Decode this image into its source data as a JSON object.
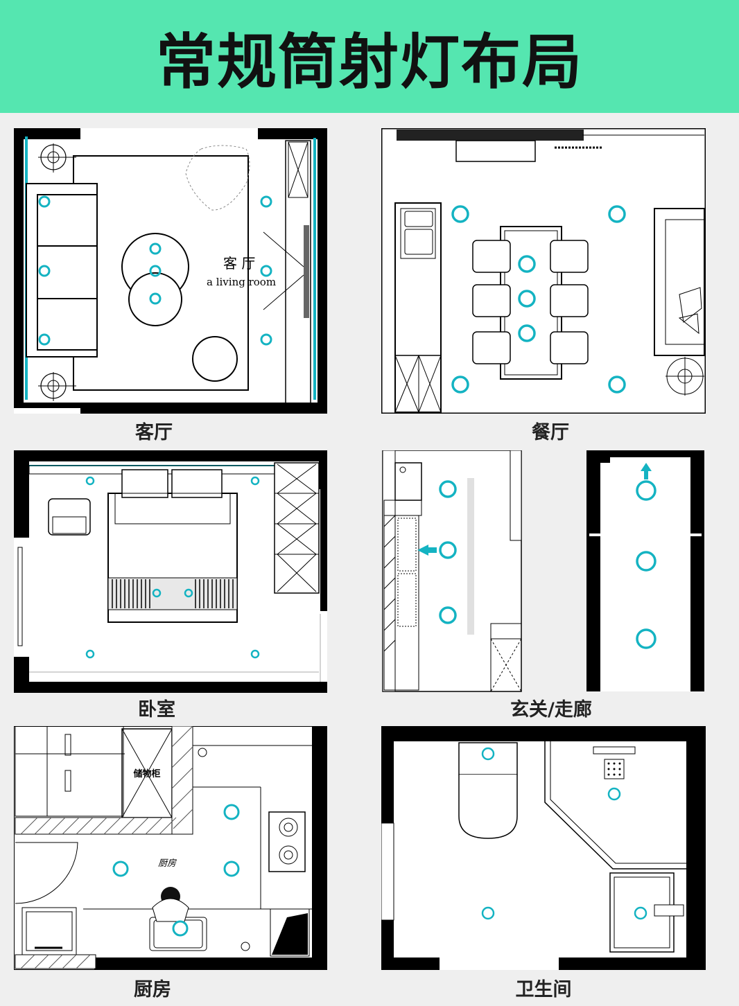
{
  "title": "常规筒射灯布局",
  "accent_color": "#55e6b0",
  "light_color": "#14b3c2",
  "rooms": [
    {
      "id": "living",
      "caption": "客厅",
      "label_cn": "客 厅",
      "label_en": "a living room"
    },
    {
      "id": "dining",
      "caption": "餐厅"
    },
    {
      "id": "bedroom",
      "caption": "卧室"
    },
    {
      "id": "hallway",
      "caption": "玄关/走廊"
    },
    {
      "id": "kitchen",
      "caption": "厨房",
      "label_storage": "储物柜",
      "label_kitchen": "厨房"
    },
    {
      "id": "bathroom",
      "caption": "卫生间"
    }
  ]
}
